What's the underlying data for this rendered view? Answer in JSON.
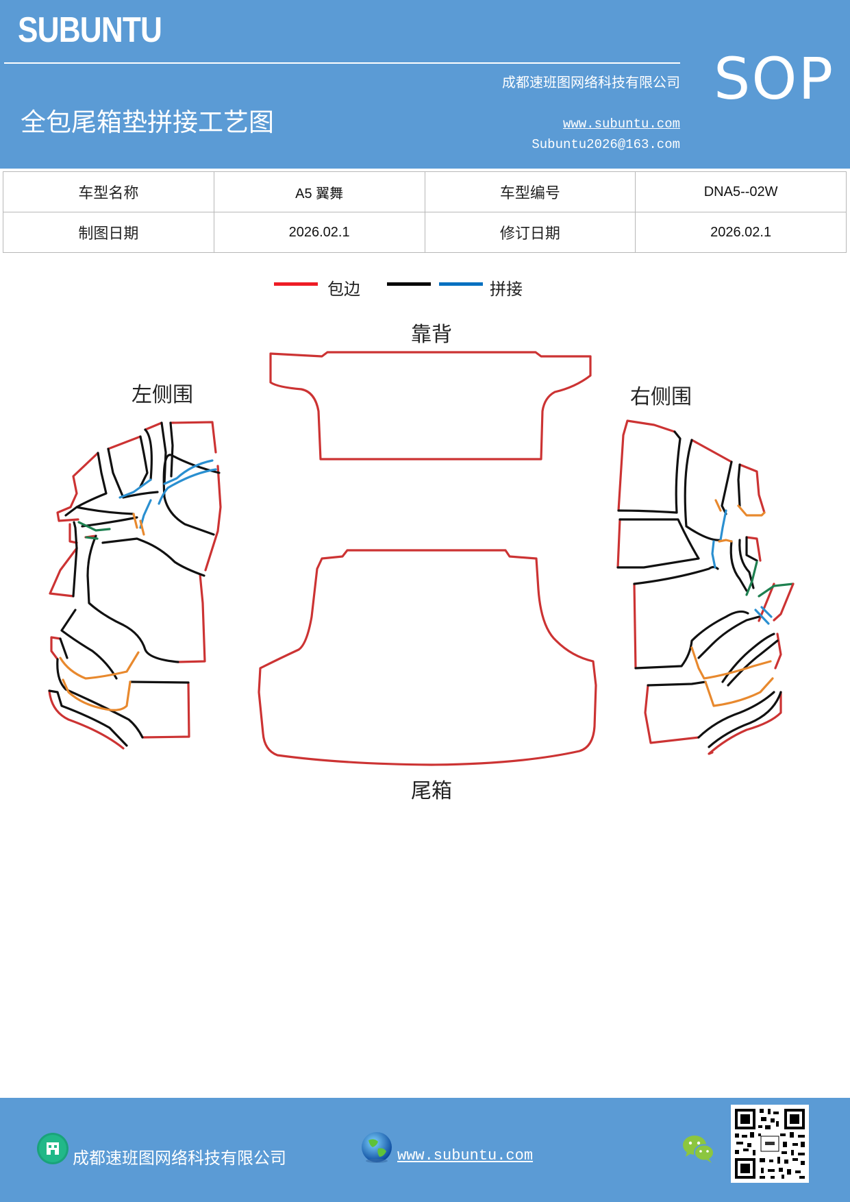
{
  "header": {
    "brand": "SUBUNTU",
    "company": "成都速班图网络科技有限公司",
    "title": "全包尾箱垫拼接工艺图",
    "website": "www.subuntu.com",
    "email": "Subuntu2026@163.com",
    "badge": "SOP",
    "bg_color": "#5b9bd5"
  },
  "info_table": {
    "rows": [
      [
        "车型名称",
        "A5 翼舞",
        "车型编号",
        "DNA5--02W"
      ],
      [
        "制图日期",
        "2026.02.1",
        "修订日期",
        "2026.02.1"
      ]
    ]
  },
  "legend": {
    "items": [
      {
        "label": "包边",
        "color": "#ee1c25"
      },
      {
        "label": "",
        "color": "#000000"
      },
      {
        "label": "拼接",
        "color": "#0070c0"
      }
    ]
  },
  "diagram": {
    "labels": {
      "back": "靠背",
      "left": "左侧围",
      "right": "右侧围",
      "trunk": "尾箱"
    },
    "line_colors": {
      "edge": "#cc3333",
      "seam": "#111111",
      "join": "#2a8fd0",
      "orange": "#e8892e",
      "green": "#1e8050"
    }
  },
  "footer": {
    "company": "成都速班图网络科技有限公司",
    "website": "www.subuntu.com",
    "icons": [
      "building-icon",
      "globe-icon",
      "wechat-icon",
      "qr-code"
    ]
  }
}
